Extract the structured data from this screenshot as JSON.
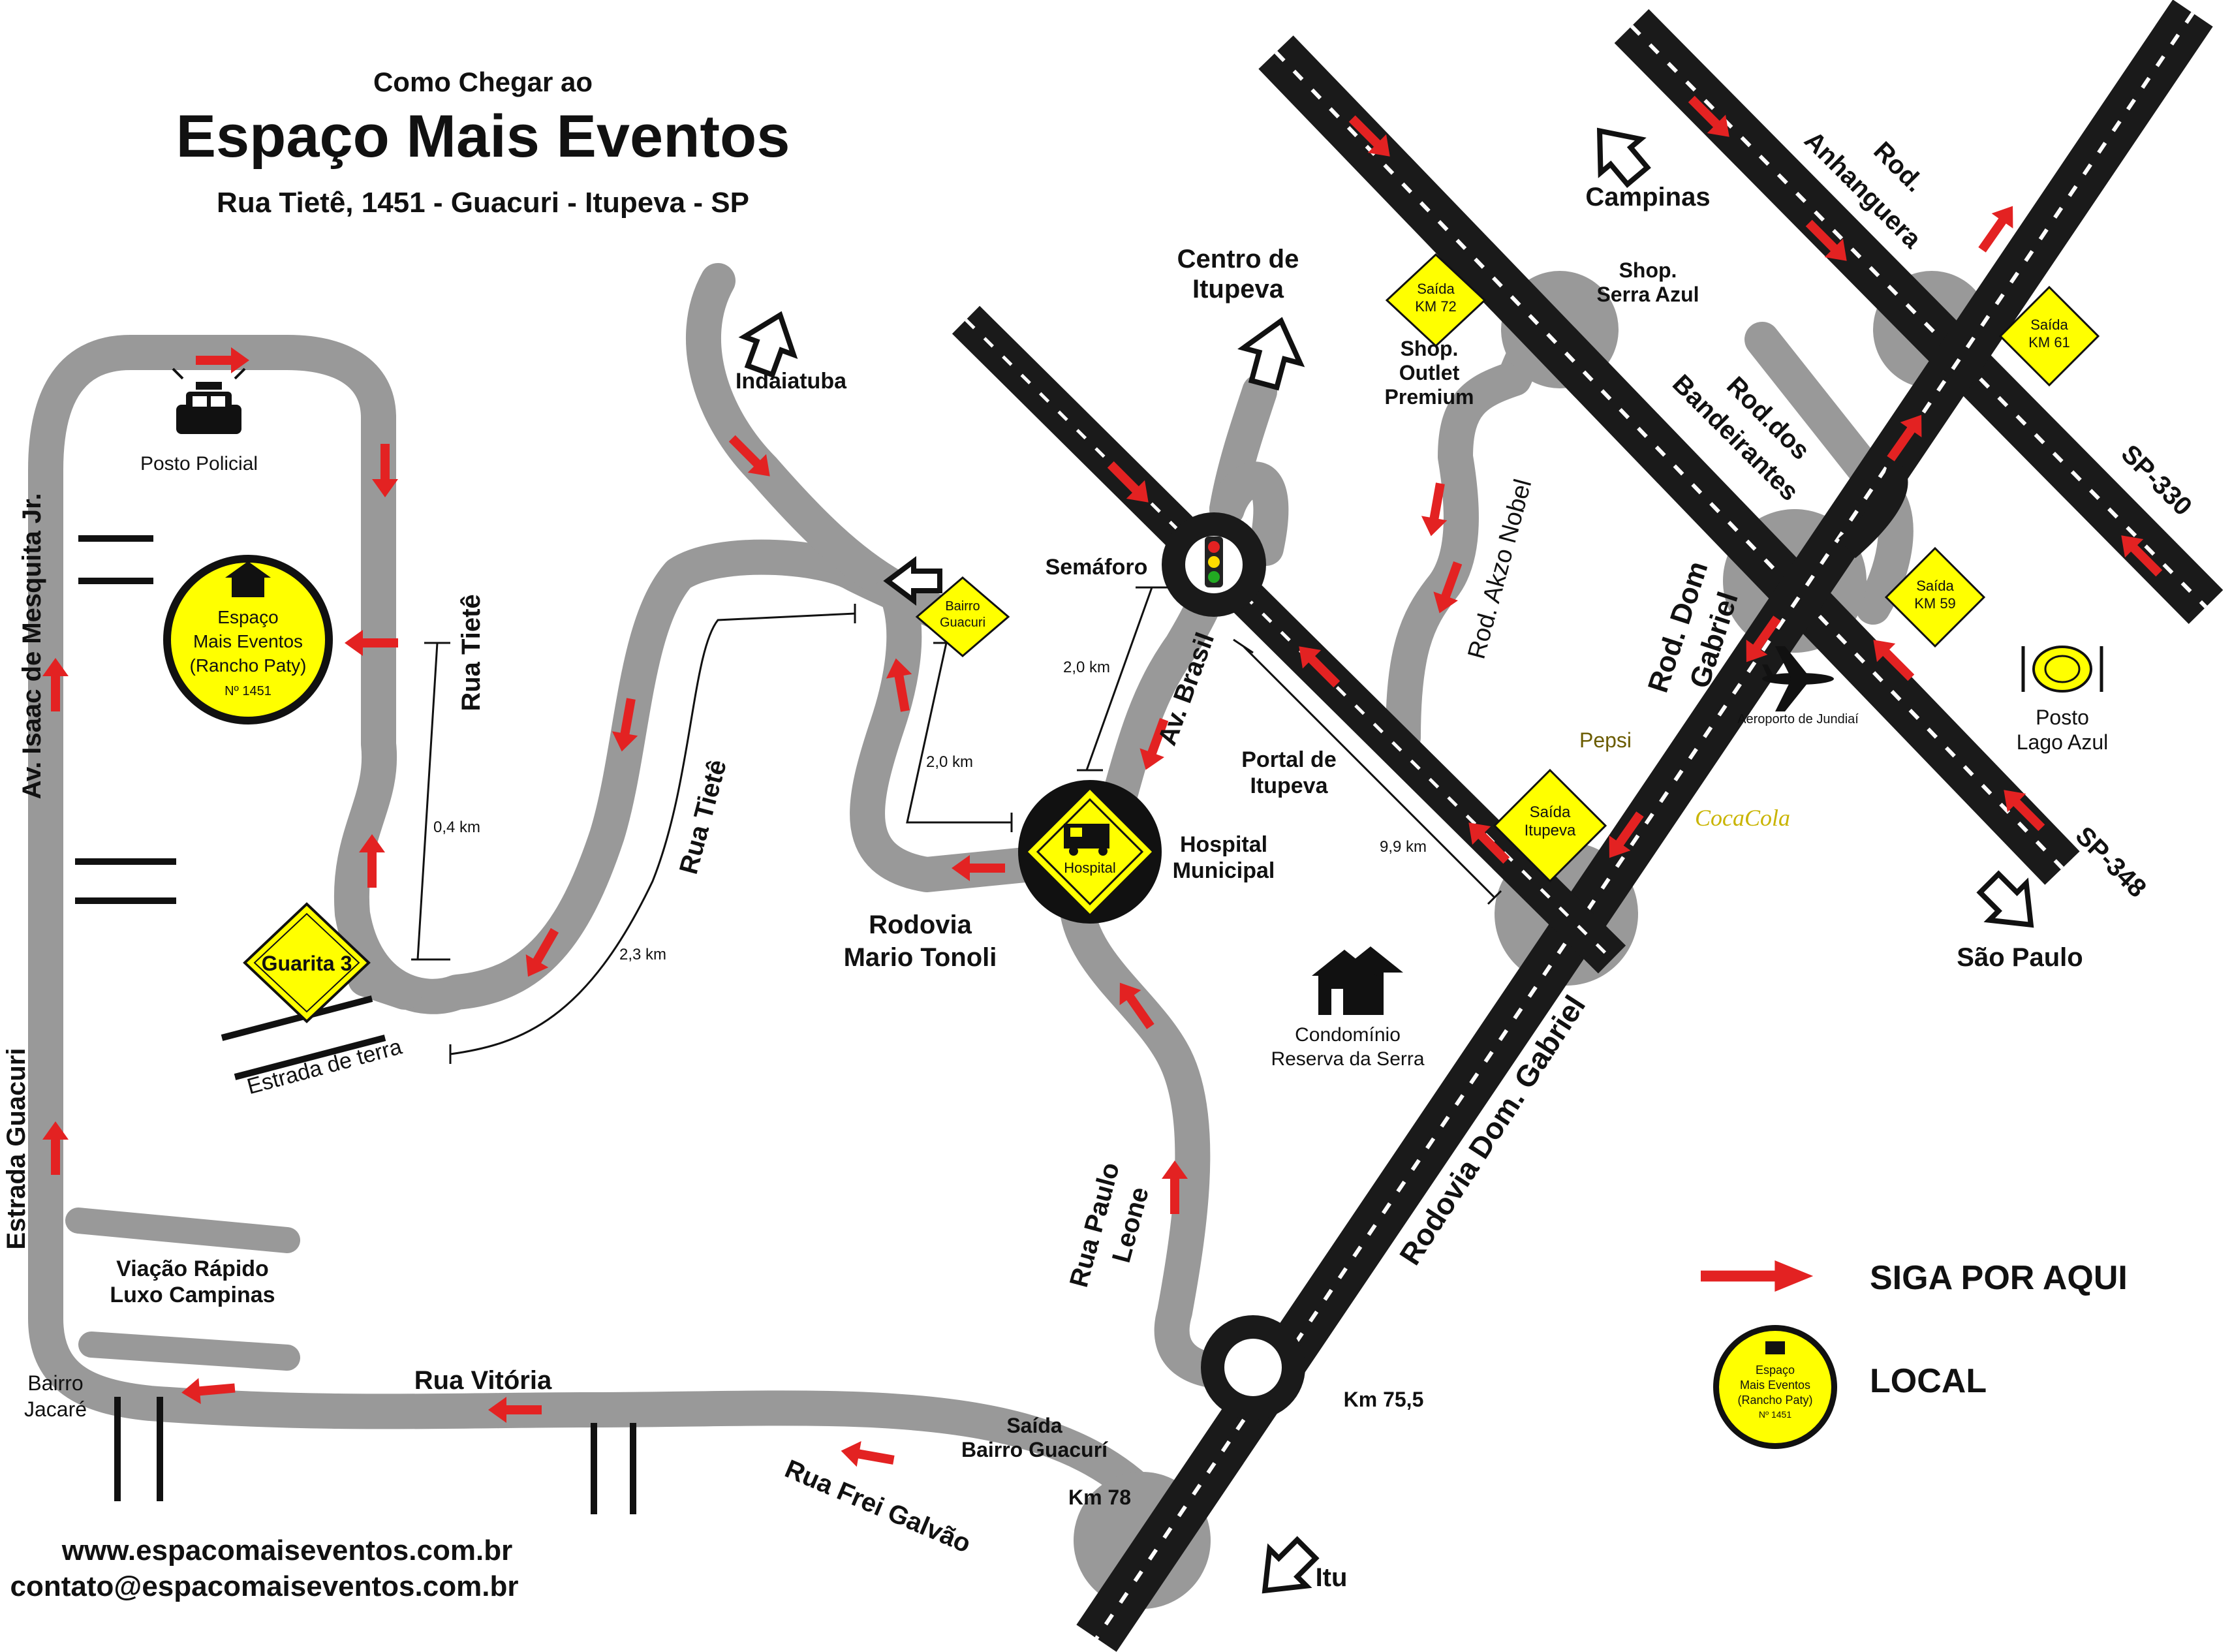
{
  "header": {
    "line1": "Como Chegar ao",
    "title": "Espaço Mais Eventos",
    "address": "Rua Tietê, 1451 - Guacuri - Itupeva - SP"
  },
  "venue": {
    "line1": "Espaço",
    "line2": "Mais Eventos",
    "line3": "(Rancho Paty)",
    "line4": "Nº 1451"
  },
  "roads": {
    "av_isaac": "Av. Isaac de Mesquita Jr.",
    "estrada_guacuri": "Estrada Guacuri",
    "rua_tiete_1": "Rua Tietê",
    "rua_tiete_2": "Rua Tietê",
    "rua_vitoria": "Rua Vitória",
    "rua_frei_galvao": "Rua Frei Galvão",
    "rua_paulo_leone_1": "Rua Paulo",
    "rua_paulo_leone_2": "Leone",
    "rodovia_mario_1": "Rodovia",
    "rodovia_mario_2": "Mario Tonoli",
    "av_brasil": "Av. Brasil",
    "rod_akzo": "Rod. Akzo Nobel",
    "rod_dom_gabriel_1": "Rod. Dom",
    "rod_dom_gabriel_2": "Gabriel",
    "rodovia_dom_gabriel": "Rodovia Dom. Gabriel",
    "rod_bandeirantes_1": "Rod.dos",
    "rod_bandeirantes_2": "Bandeirantes",
    "rod_anhanguera_1": "Rod.",
    "rod_anhanguera_2": "Anhanguera",
    "sp330": "SP-330",
    "sp348": "SP-348",
    "estrada_terra": "Estrada de terra"
  },
  "places": {
    "posto_policial": "Posto Policial",
    "indaiatuba": "Indaiatuba",
    "centro_1": "Centro de",
    "centro_2": "Itupeva",
    "campinas": "Campinas",
    "shop_serra_1": "Shop.",
    "shop_serra_2": "Serra Azul",
    "shop_outlet_1": "Shop.",
    "shop_outlet_2": "Outlet",
    "shop_outlet_3": "Premium",
    "semaforo": "Semáforo",
    "hospital_1": "Hospital",
    "hospital_2": "Municipal",
    "hospital_sign": "Hospital",
    "portal_1": "Portal de",
    "portal_2": "Itupeva",
    "condominio_1": "Condomínio",
    "condominio_2": "Reserva da Serra",
    "aeroporto": "Aeroporto de Jundiaí",
    "pepsi": "Pepsi",
    "coca": "CocaCola",
    "posto_lago_1": "Posto",
    "posto_lago_2": "Lago Azul",
    "sao_paulo": "São Paulo",
    "itu": "Itu",
    "km_755": "Km 75,5",
    "km_78": "Km 78",
    "saida_guacuri_1": "Saída",
    "saida_guacuri_2": "Bairro Guacurí",
    "viacao_1": "Viação Rápido",
    "viacao_2": "Luxo Campinas",
    "bairro_jacare_1": "Bairro",
    "bairro_jacare_2": "Jacaré"
  },
  "signs": {
    "guarita": "Guarita 3",
    "bairro_guacuri_1": "Bairro",
    "bairro_guacuri_2": "Guacuri",
    "saida_itupeva_1": "Saída",
    "saida_itupeva_2": "Itupeva",
    "km72_1": "Saída",
    "km72_2": "KM 72",
    "km61_1": "Saída",
    "km61_2": "KM 61",
    "km59_1": "Saída",
    "km59_2": "KM 59"
  },
  "distances": {
    "d04": "0,4 km",
    "d23": "2,3 km",
    "d20a": "2,0 km",
    "d20b": "2,0 km",
    "d99": "9,9 km"
  },
  "legend": {
    "follow": "SIGA POR AQUI",
    "local": "LOCAL"
  },
  "contact": {
    "website": "www.espacomaiseventos.com.br",
    "email": "contato@espacomaiseventos.com.br"
  },
  "colors": {
    "route_gray": "#999999",
    "highway": "#1a1a1a",
    "arrow_red": "#e32222",
    "sign_yellow": "#ffff00",
    "circle_gray": "#999999"
  }
}
